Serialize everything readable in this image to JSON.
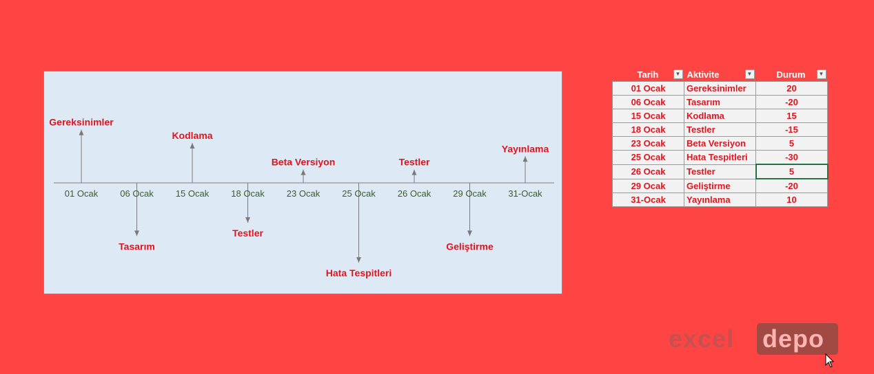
{
  "chart_data": {
    "type": "timeline",
    "categories": [
      "01 Ocak",
      "06 Ocak",
      "15 Ocak",
      "18 Ocak",
      "23 Ocak",
      "25 Ocak",
      "26 Ocak",
      "29 Ocak",
      "31-Ocak"
    ],
    "series": [
      {
        "labels": [
          "Gereksinimler",
          "Tasarım",
          "Kodlama",
          "Testler",
          "Beta Versiyon",
          "Hata Tespitleri",
          "Testler",
          "Geliştirme",
          "Yayınlama"
        ],
        "values": [
          20,
          -20,
          15,
          -15,
          5,
          -30,
          5,
          -20,
          10
        ]
      }
    ],
    "ylim": [
      -30,
      20
    ],
    "colors": {
      "tick_label": "#3b5a2b",
      "event_label": "#e0141e",
      "line": "#7a7a7a"
    }
  },
  "table": {
    "headers": [
      "Tarih",
      "Aktivite",
      "Durum"
    ],
    "rows": [
      [
        "01 Ocak",
        "Gereksinimler",
        "20"
      ],
      [
        "06 Ocak",
        "Tasarım",
        "-20"
      ],
      [
        "15 Ocak",
        "Kodlama",
        "15"
      ],
      [
        "18 Ocak",
        "Testler",
        "-15"
      ],
      [
        "23 Ocak",
        "Beta Versiyon",
        "5"
      ],
      [
        "25 Ocak",
        "Hata Tespitleri",
        "-30"
      ],
      [
        "26 Ocak",
        "Testler",
        "5"
      ],
      [
        "29 Ocak",
        "Geliştirme",
        "-20"
      ],
      [
        "31-Ocak",
        "Yayınlama",
        "10"
      ]
    ],
    "selected_row": 6
  },
  "logo": {
    "word1": "excel",
    "word2": "depo"
  },
  "icons": {
    "filter": "filter-dropdown-icon",
    "cursor": "mouse-pointer-icon"
  },
  "colors": {
    "background": "#ff4444",
    "chart_bg": "#ddeaf5",
    "cell_text": "#e0141e"
  }
}
